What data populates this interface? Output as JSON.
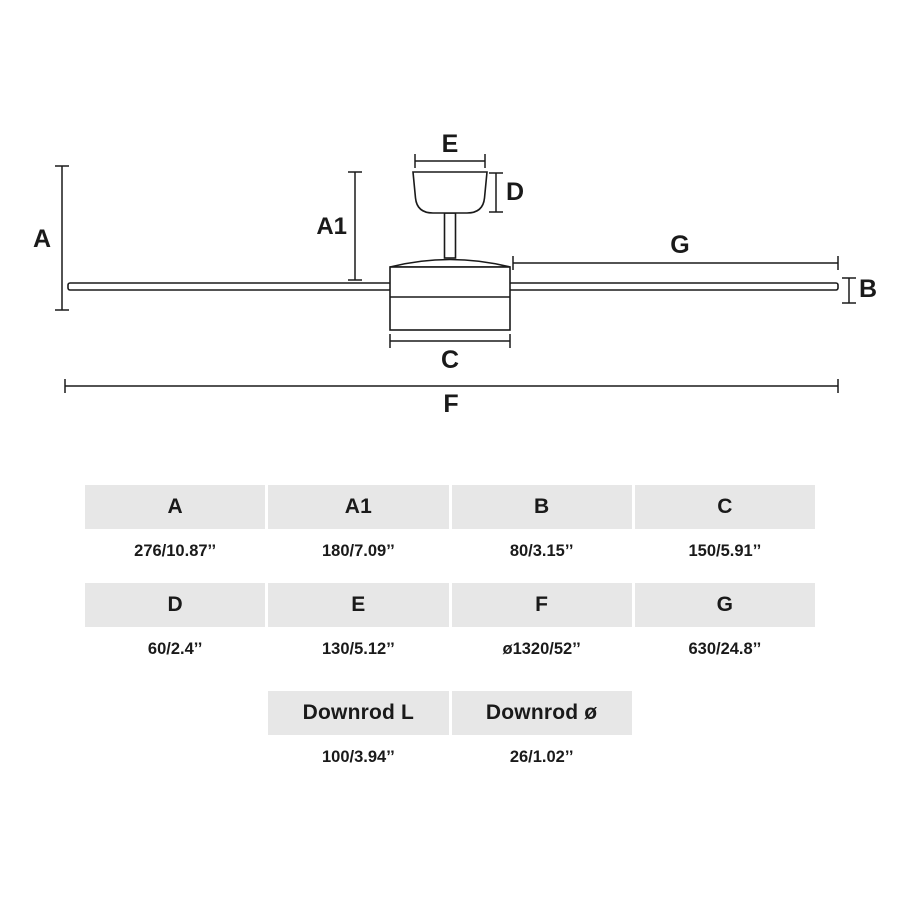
{
  "diagram": {
    "labels": {
      "A": "A",
      "A1": "A1",
      "B": "B",
      "C": "C",
      "D": "D",
      "E": "E",
      "F": "F",
      "G": "G"
    }
  },
  "table": {
    "row1": {
      "headers": [
        "A",
        "A1",
        "B",
        "C"
      ],
      "values": [
        "276/10.87’’",
        "180/7.09’’",
        "80/3.15’’",
        "150/5.91’’"
      ]
    },
    "row2": {
      "headers": [
        "D",
        "E",
        "F",
        "G"
      ],
      "values": [
        "60/2.4’’",
        "130/5.12’’",
        "ø1320/52’’",
        "630/24.8’’"
      ]
    },
    "row3": {
      "headers": [
        "Downrod L",
        "Downrod ø"
      ],
      "values": [
        "100/3.94’’",
        "26/1.02’’"
      ]
    }
  },
  "colors": {
    "line": "#1a1a1a",
    "header_bg": "#e7e7e7",
    "background": "#ffffff"
  }
}
